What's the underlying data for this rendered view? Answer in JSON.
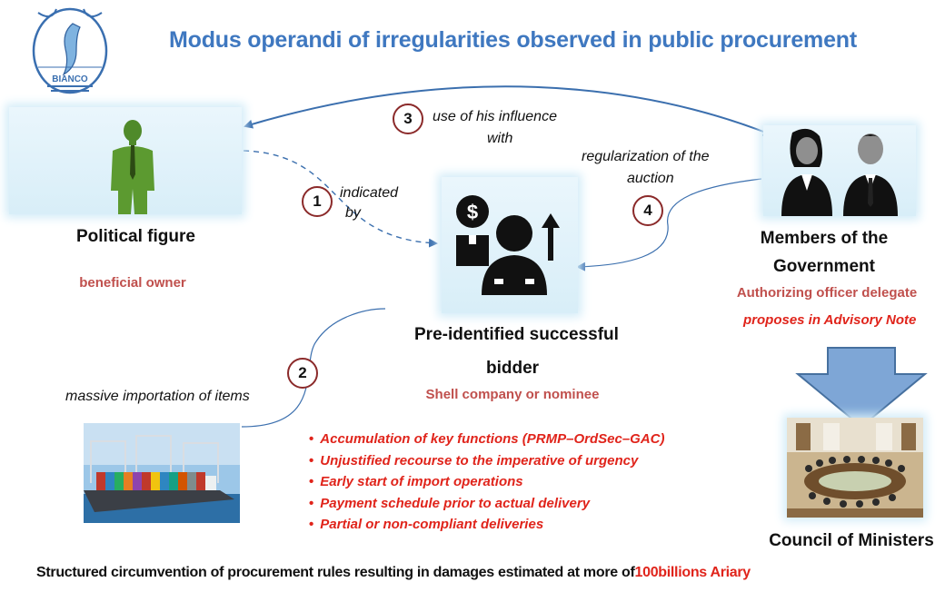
{
  "title": "Modus operandi of irregularities observed in public procurement",
  "logo": {
    "text": "BIANCO"
  },
  "actors": {
    "political": {
      "name": "Political figure",
      "role": "beneficial owner"
    },
    "bidder": {
      "name_line1": "Pre-identified successful",
      "name_line2": "bidder",
      "role": "Shell company or nominee"
    },
    "government": {
      "name_line1": "Members of the",
      "name_line2": "Government",
      "role": "Authorizing officer delegate",
      "note": "proposes in Advisory Note"
    },
    "council": {
      "name": "Council of Ministers"
    }
  },
  "steps": [
    {
      "number": "1",
      "line1": "indicated",
      "line2": "by"
    },
    {
      "number": "2",
      "line1": "massive importation of items"
    },
    {
      "number": "3",
      "line1": "use of his influence",
      "line2": "with"
    },
    {
      "number": "4",
      "line1": "regularization of the",
      "line2": "auction"
    }
  ],
  "bullets": [
    "Accumulation of key functions (PRMP–OrdSec–GAC)",
    "Unjustified recourse to the imperative of urgency",
    "Early start of import operations",
    "Payment schedule prior to actual delivery",
    "Partial or non-compliant deliveries"
  ],
  "footer": {
    "text": "Structured circumvention of procurement rules resulting in damages estimated at more of",
    "highlight": "100billions Ariary"
  },
  "colors": {
    "title": "#3f78c0",
    "accent_red": "#e0241b",
    "role_red": "#c0504d",
    "connector_blue": "#3b6fae",
    "badge_border": "#8b2a2a"
  }
}
